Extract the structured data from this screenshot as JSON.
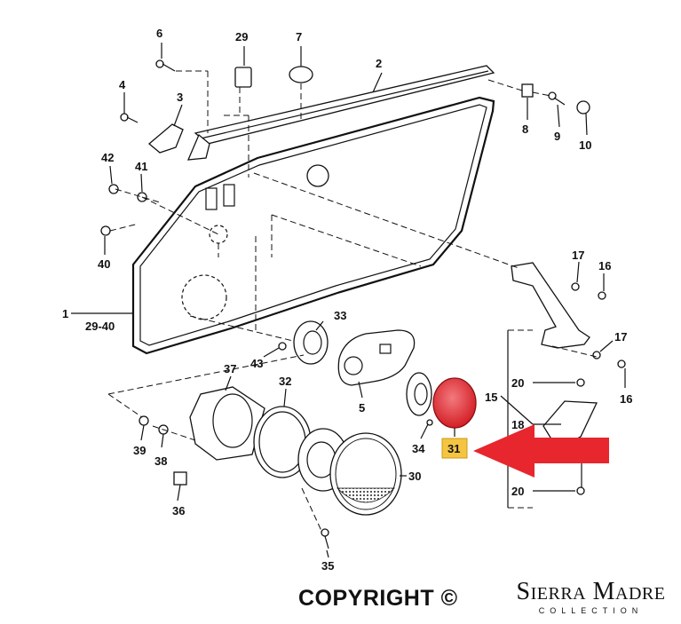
{
  "diagram": {
    "callouts": [
      "6",
      "29",
      "7",
      "2",
      "4",
      "3",
      "8",
      "9",
      "10",
      "42",
      "41",
      "40",
      "17",
      "16",
      "1",
      "29-40",
      "33",
      "43",
      "37",
      "32",
      "5",
      "17",
      "16",
      "20",
      "15",
      "18",
      "39",
      "38",
      "34",
      "31",
      "36",
      "30",
      "20",
      "35"
    ],
    "highlight": {
      "label": "31",
      "badge_color": "#f5c542",
      "part_color": "#e8262d",
      "arrow_color": "#e8262d"
    }
  },
  "footer": {
    "copyright": "COPYRIGHT ©",
    "brand_name": "Sierra Madre",
    "brand_sub": "COLLECTION"
  }
}
